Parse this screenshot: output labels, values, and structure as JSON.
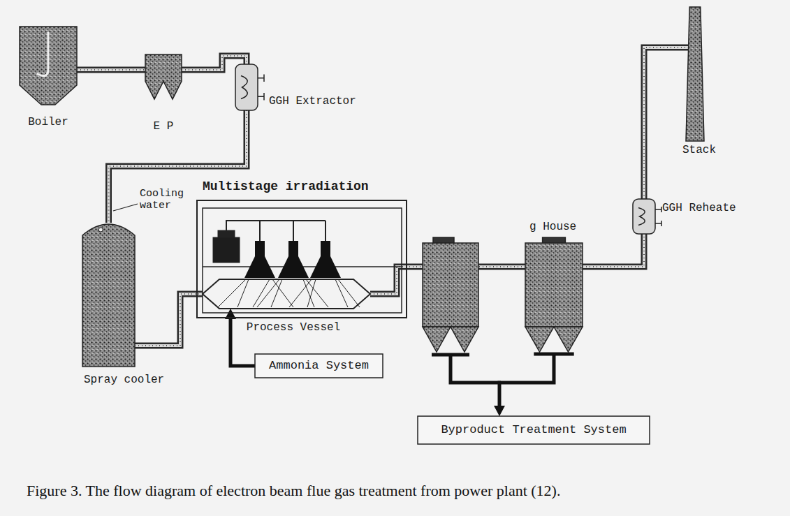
{
  "diagram": {
    "caption": "Figure 3. The flow diagram of electron beam flue gas treatment from power plant (12).",
    "nodes": [
      {
        "text": [
          "Boiler"
        ]
      },
      {
        "text": [
          "E P"
        ]
      },
      {
        "text": [
          "GGH Extractor"
        ]
      },
      {
        "text": [
          "Spray cooler"
        ]
      },
      {
        "text": [
          "Multistage irradiation"
        ]
      },
      {
        "text": [
          "Process Vessel"
        ],
        "in": 4
      },
      {
        "text": [
          "Ammonia System"
        ]
      },
      {
        "text": [
          "g House"
        ]
      },
      {
        "text": [
          "GGH Reheate"
        ]
      },
      {
        "text": [
          "Stack"
        ]
      },
      {
        "text": [
          "Byproduct Treatment System"
        ]
      }
    ],
    "edges": [
      {
        "from": 0,
        "to": 1,
        "arrow": "none"
      },
      {
        "from": 1,
        "to": 2,
        "arrow": "none"
      },
      {
        "from": 2,
        "to": 3,
        "arrow": "none"
      },
      {
        "from": 3,
        "to": 5,
        "arrow": "none"
      },
      {
        "from": 6,
        "to": 5,
        "arrow": "to"
      },
      {
        "from": 5,
        "to": 7,
        "arrow": "none"
      },
      {
        "from": 7,
        "to": 8,
        "arrow": "none"
      },
      {
        "from": 8,
        "to": 9,
        "arrow": "none"
      },
      {
        "from": 7,
        "to": 10,
        "arrow": "to"
      }
    ],
    "labels": [
      "Cooling water"
    ]
  }
}
